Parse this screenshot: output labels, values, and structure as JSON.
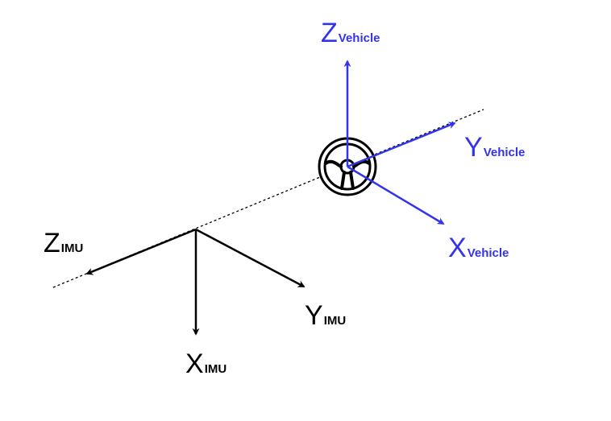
{
  "colors": {
    "vehicle": "#3333ee",
    "imu": "#000000",
    "background": "#ffffff"
  },
  "vehicle_frame": {
    "z_axis": {
      "letter": "Z",
      "subscript": "Vehicle"
    },
    "y_axis": {
      "letter": "Y",
      "subscript": "Vehicle"
    },
    "x_axis": {
      "letter": "X",
      "subscript": "Vehicle"
    },
    "icon": "steering-wheel-icon"
  },
  "imu_frame": {
    "z_axis": {
      "letter": "Z",
      "subscript": "IMU"
    },
    "y_axis": {
      "letter": "Y",
      "subscript": "IMU"
    },
    "x_axis": {
      "letter": "X",
      "subscript": "IMU"
    }
  }
}
